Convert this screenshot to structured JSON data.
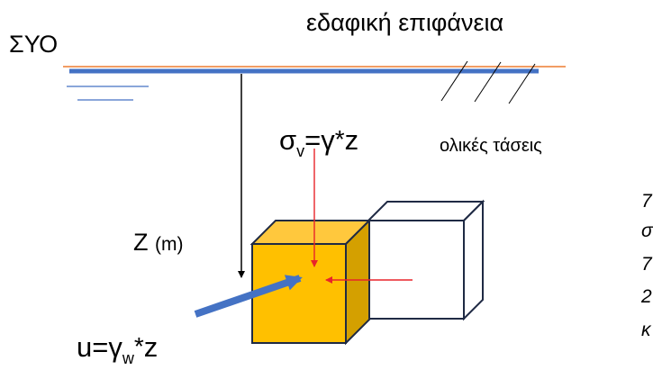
{
  "labels": {
    "syo": "ΣΥΟ",
    "surface": "εδαφική επιφάνεια",
    "sigma_main": "σ",
    "sigma_sub": "v",
    "sigma_eq": "=γ",
    "sigma_star": "*",
    "sigma_z": "z",
    "total_stresses": "ολικές τάσεις",
    "depth": "Z",
    "depth_unit": "(m)",
    "u_main": "u=γ",
    "u_sub": "w",
    "u_star": "*",
    "u_z": "z"
  },
  "cut_off_text": [
    "7",
    "σ",
    "7",
    "2",
    "κ"
  ],
  "colors": {
    "groundwater_line": "#4472c4",
    "ground_surface_line": "#ed7d31",
    "soil_element_front": "#ffc000",
    "soil_element_side": "#d4a000",
    "stress_arrow": "#e8242a",
    "pressure_arrow": "#4472c4"
  }
}
